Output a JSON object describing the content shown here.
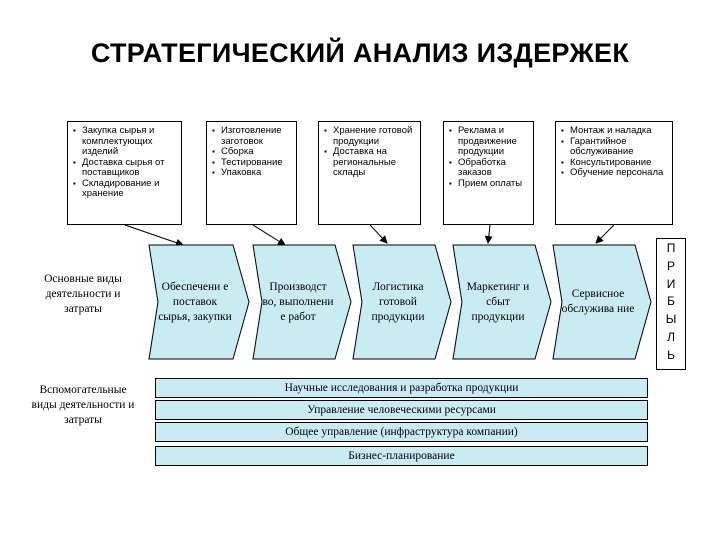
{
  "title": "СТРАТЕГИЧЕСКИЙ АНАЛИЗ ИЗДЕРЖЕК",
  "notes": [
    [
      "Закупка сырья и комплектующих изделий",
      "Доставка сырья от поставщиков",
      "Складирование и хранение"
    ],
    [
      "Изготовление заготовок",
      "Сборка",
      "Тестирование",
      "Упаковка"
    ],
    [
      "Хранение готовой продукции",
      "Доставка на региональные склады"
    ],
    [
      "Реклама и продвижение продукции",
      "Обработка заказов",
      "Прием оплаты"
    ],
    [
      "Монтаж и наладка",
      "Гарантийное обслуживание",
      "Консультирование",
      "Обучение персонала"
    ]
  ],
  "primary_label": "Основные виды деятельности и затраты",
  "support_label": "Вспомогательные виды деятельности и затраты",
  "chain": [
    "Обеспечени е поставок сырья, закупки",
    "Производст во, выполнени е работ",
    "Логистика готовой продукции",
    "Маркетинг и сбыт продукции",
    "Сервисное обслужива ние"
  ],
  "profit_letters": [
    "П",
    "Р",
    "И",
    "Б",
    "Ы",
    "Л",
    "Ь"
  ],
  "support": [
    "Научные исследования и разработка продукции",
    "Управление человеческими ресурсами",
    "Общее управление (инфраструктура компании)",
    "Бизнес-планирование"
  ],
  "colors": {
    "block_fill": "#c9ecf3",
    "stroke": "#000000"
  }
}
